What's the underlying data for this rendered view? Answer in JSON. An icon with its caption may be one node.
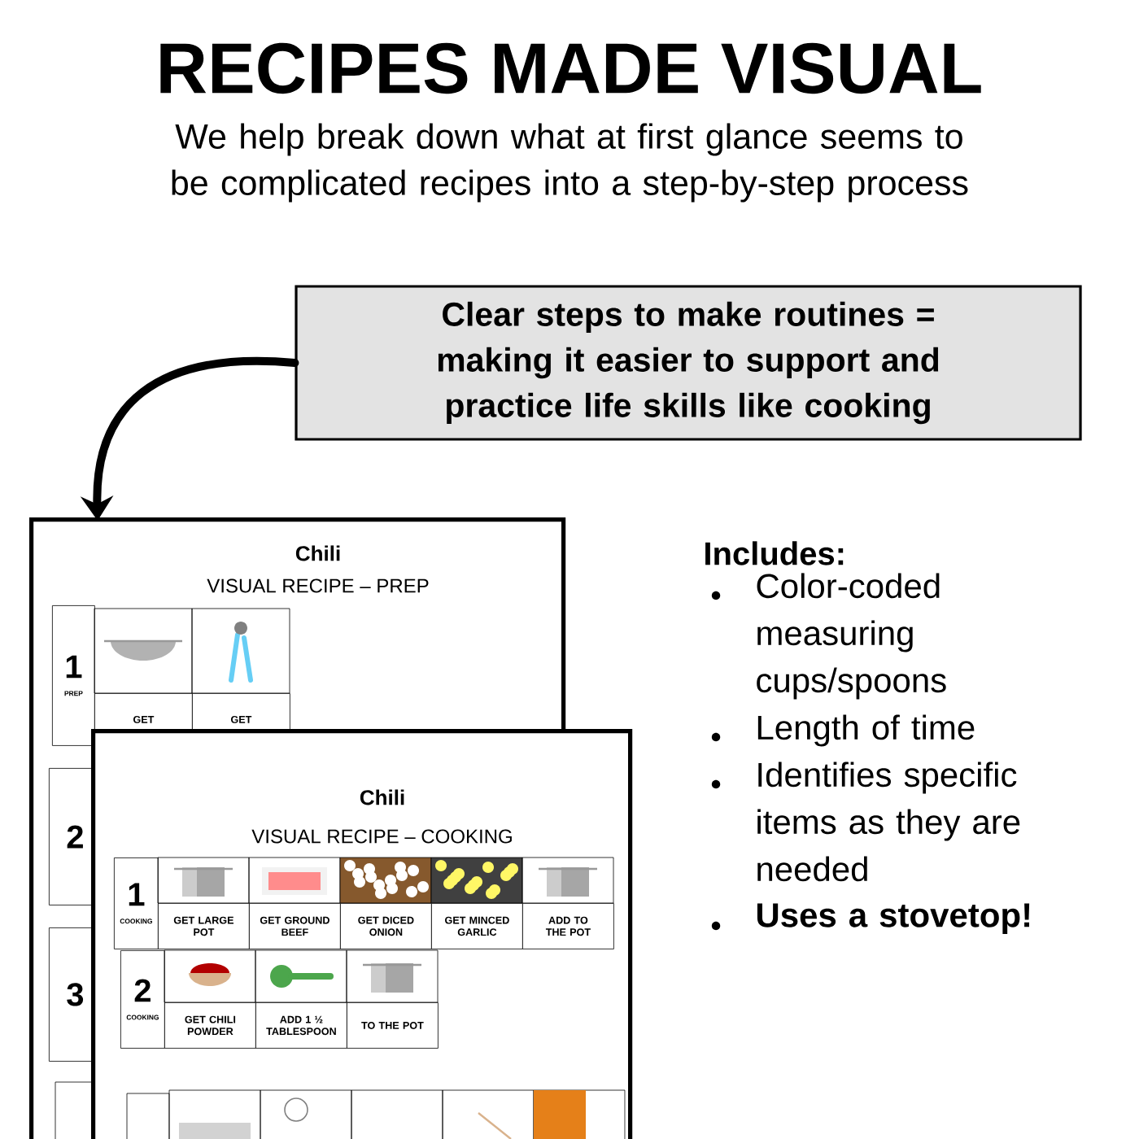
{
  "diagram": {
    "title": "RECIPES MADE VISUAL",
    "nodes": [
      {
        "text": [
          "Clear steps to make routines = making  it easier to support and practice life skills like cooking"
        ]
      },
      {
        "text": [
          "Chili",
          "VISUAL RECIPE – PREP"
        ]
      },
      {
        "text": [
          "1",
          "PREP"
        ],
        "in": 1
      },
      {
        "text": [
          "GET"
        ],
        "in": 1
      },
      {
        "text": [
          "GET"
        ],
        "in": 1
      },
      {
        "text": [
          "2"
        ],
        "in": 1
      },
      {
        "text": [
          "3"
        ],
        "in": 1
      },
      {
        "text": [
          "Chili",
          "VISUAL RECIPE – COOKING"
        ]
      },
      {
        "text": [
          "1",
          "COOKING"
        ],
        "in": 7
      },
      {
        "text": [
          "GET LARGE POT"
        ],
        "in": 7
      },
      {
        "text": [
          "GET GROUND BEEF"
        ],
        "in": 7
      },
      {
        "text": [
          "GET DICED ONION"
        ],
        "in": 7
      },
      {
        "text": [
          "GET MINCED GARLIC"
        ],
        "in": 7
      },
      {
        "text": [
          "ADD TO THE POT"
        ],
        "in": 7
      },
      {
        "text": [
          "2",
          "COOKING"
        ],
        "in": 7
      },
      {
        "text": [
          "GET CHILI POWDER"
        ],
        "in": 7
      },
      {
        "text": [
          "ADD 1 ½ TABLESPOON"
        ],
        "in": 7
      },
      {
        "text": [
          "TO THE POT"
        ],
        "in": 7
      }
    ],
    "edges": [
      {
        "from": 0,
        "to": 1,
        "arrow": "to"
      }
    ],
    "labels": [
      "We help break down what at first glance seems to be complicated recipes into a step-by-step process",
      "Includes:",
      "Color-coded measuring cups/spoons",
      "Length of time",
      "Identifies specific items as they are needed",
      "Uses a stovetop!"
    ]
  }
}
